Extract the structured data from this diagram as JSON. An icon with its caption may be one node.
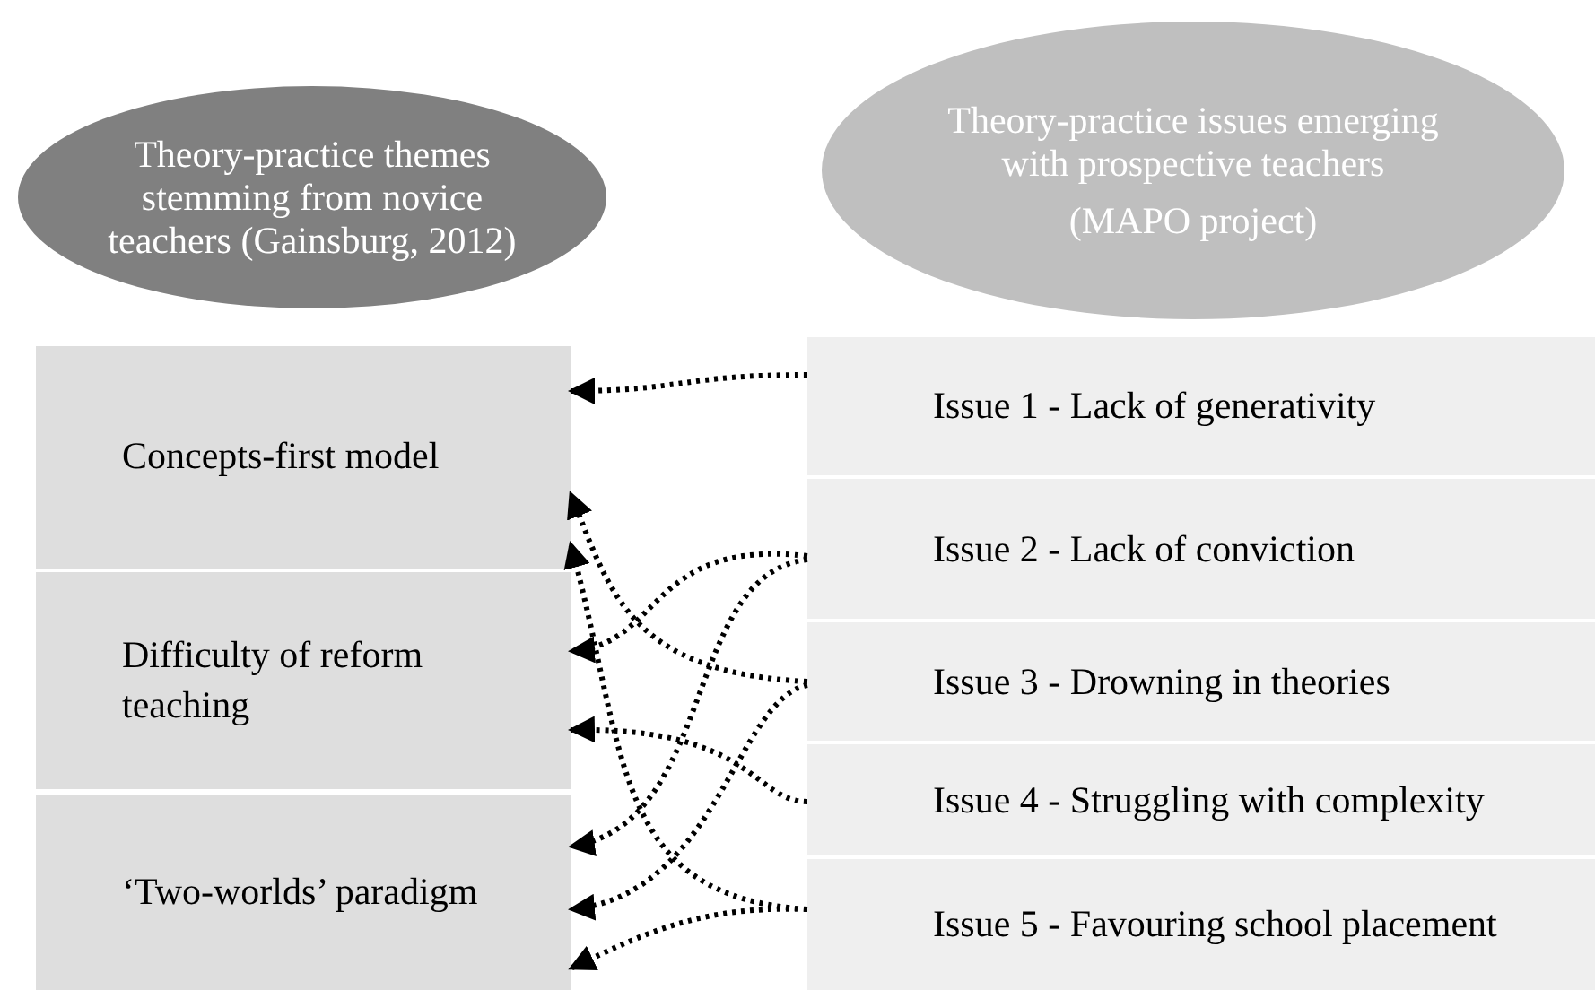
{
  "diagram": {
    "nodes": [
      {
        "text": [
          "Theory-practice themes stemming from novice teachers (Gainsburg, 2012)"
        ]
      },
      {
        "text": [
          "Theory-practice issues emerging with prospective teachers",
          "(MAPO project)"
        ]
      },
      {
        "text": [
          "Concepts-first model"
        ]
      },
      {
        "text": [
          "Difficulty of reform teaching"
        ]
      },
      {
        "text": [
          "‘Two-worlds’ paradigm"
        ]
      },
      {
        "text": [
          "Issue 1 - Lack of generativity"
        ]
      },
      {
        "text": [
          "Issue 2 - Lack of conviction"
        ]
      },
      {
        "text": [
          "Issue 3 - Drowning in theories"
        ]
      },
      {
        "text": [
          "Issue 4 - Struggling with complexity"
        ]
      },
      {
        "text": [
          "Issue 5 - Favouring school placement"
        ]
      }
    ],
    "edges": [
      {
        "from": 5,
        "to": 2,
        "arrow": "to",
        "style": "dashed"
      },
      {
        "from": 7,
        "to": 2,
        "arrow": "to",
        "style": "dashed"
      },
      {
        "from": 9,
        "to": 2,
        "arrow": "to",
        "style": "dashed"
      },
      {
        "from": 6,
        "to": 3,
        "arrow": "to",
        "style": "dashed"
      },
      {
        "from": 8,
        "to": 3,
        "arrow": "to",
        "style": "dashed"
      },
      {
        "from": 6,
        "to": 4,
        "arrow": "to",
        "style": "dashed"
      },
      {
        "from": 7,
        "to": 4,
        "arrow": "to",
        "style": "dashed"
      },
      {
        "from": 9,
        "to": 4,
        "arrow": "to",
        "style": "dashed"
      }
    ]
  }
}
